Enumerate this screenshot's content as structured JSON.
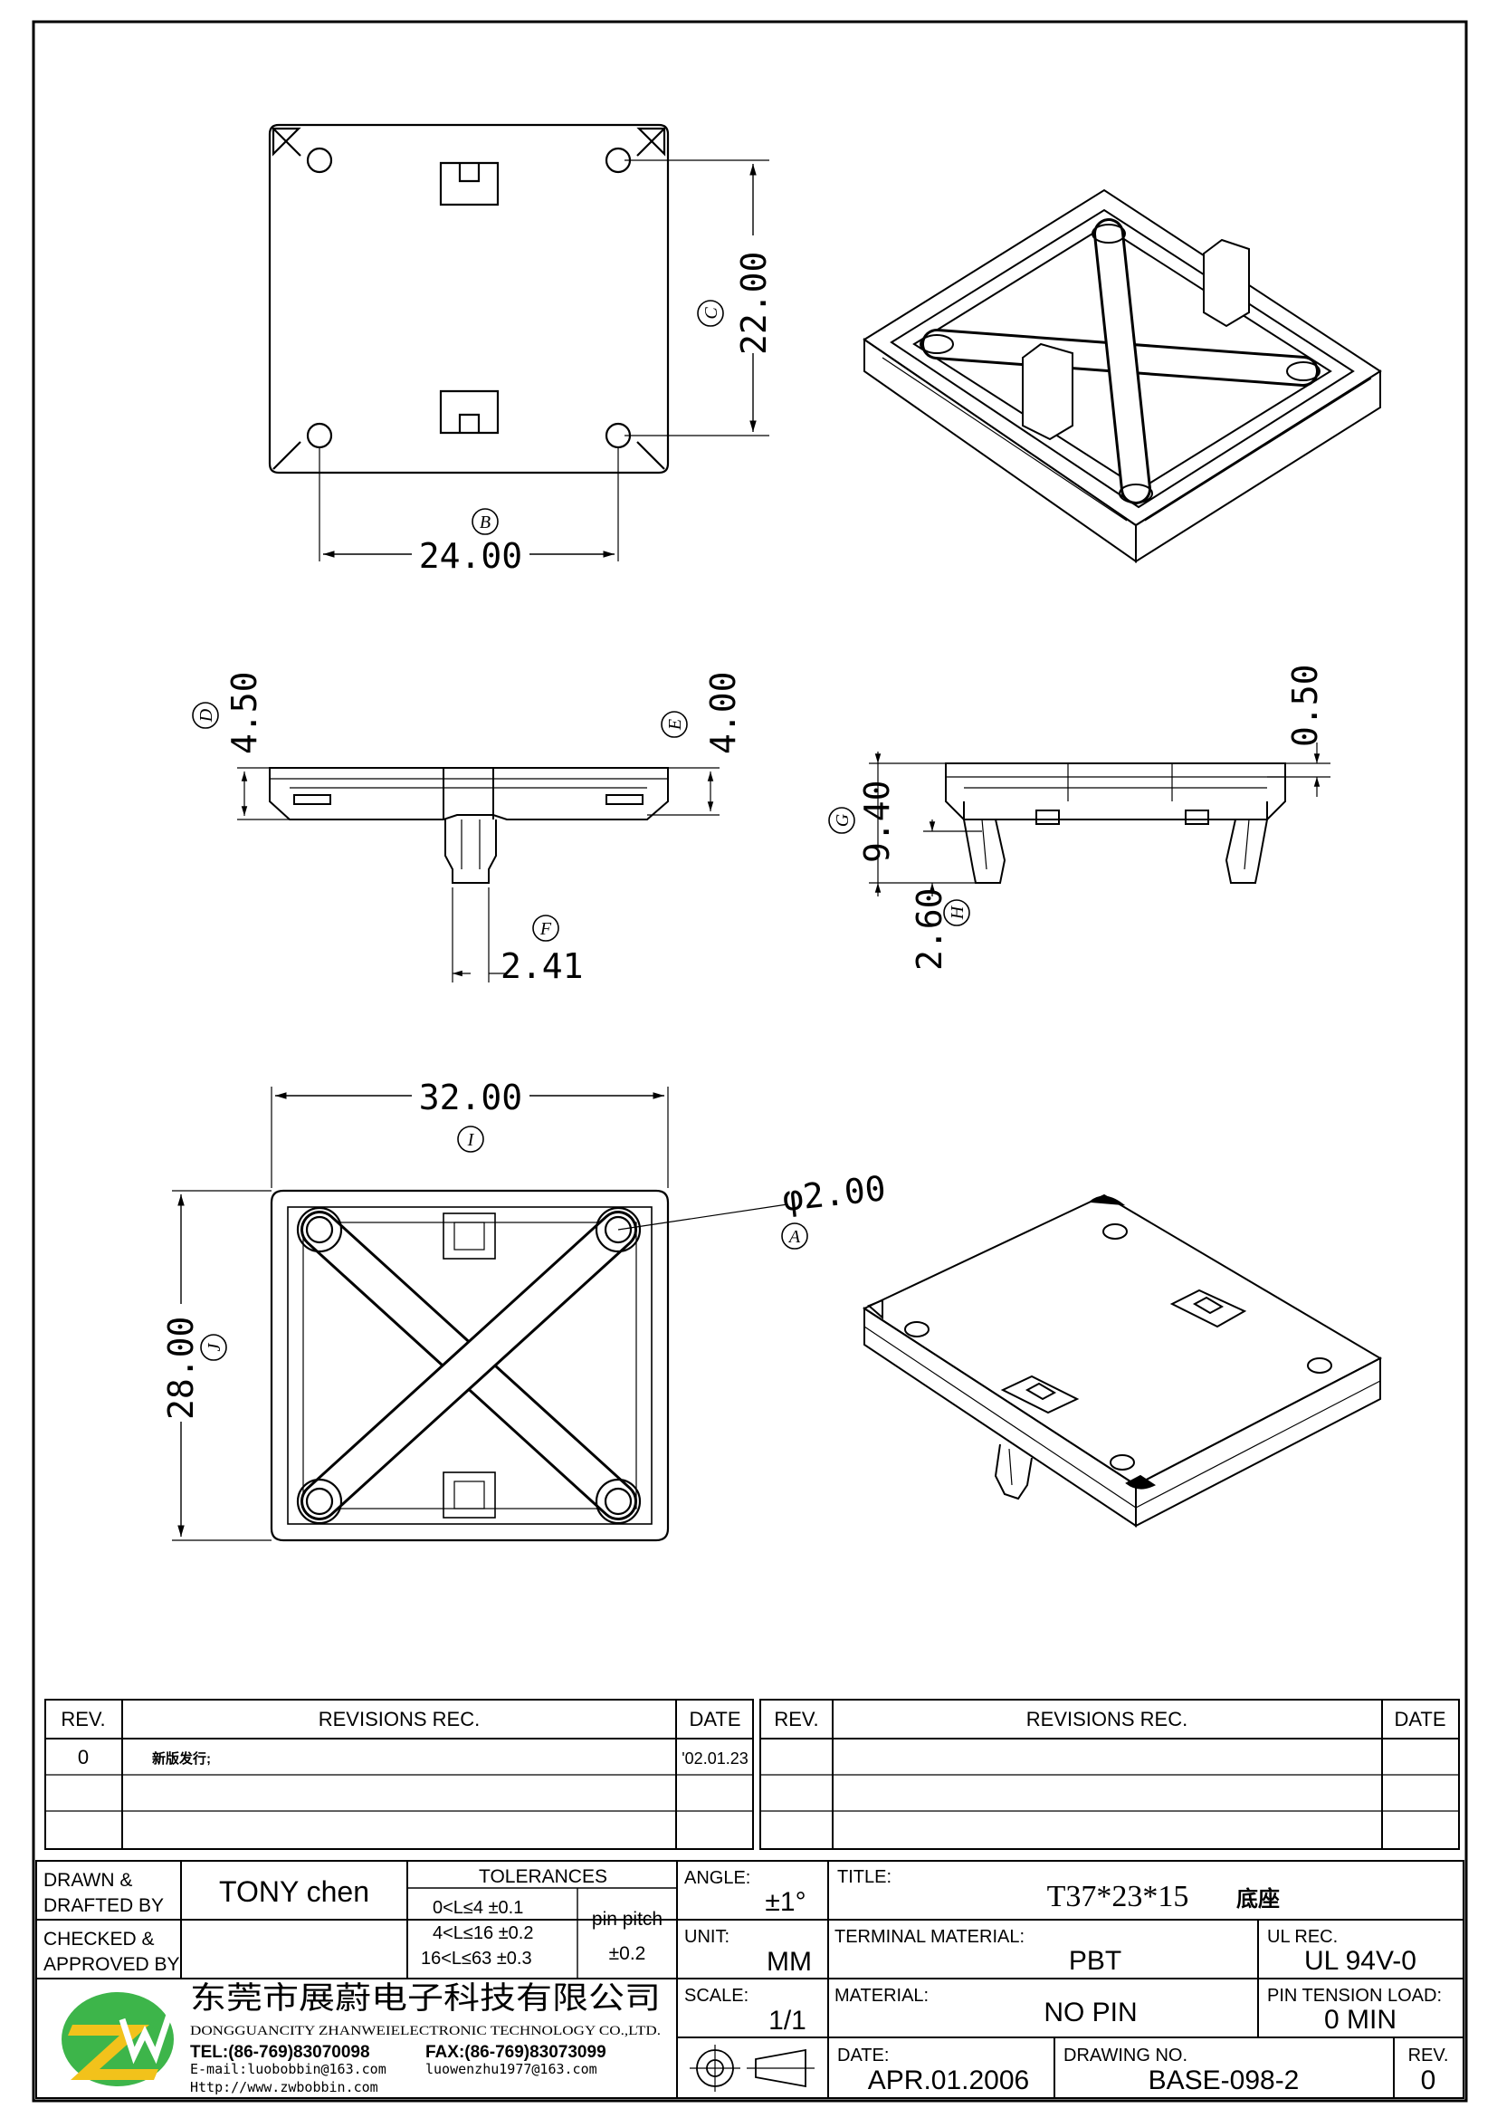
{
  "dimensions": {
    "c": {
      "letter": "C",
      "value": "22.00"
    },
    "b": {
      "letter": "B",
      "value": "24.00"
    },
    "d": {
      "letter": "D",
      "value": "4.50"
    },
    "e": {
      "letter": "E",
      "value": "4.00"
    },
    "f": {
      "letter": "F",
      "value": "2.41"
    },
    "g": {
      "letter": "G",
      "value": "9.40"
    },
    "h": {
      "letter": "H",
      "value": "2.60"
    },
    "k": {
      "value": "0.50"
    },
    "i": {
      "letter": "I",
      "value": "32.00"
    },
    "j": {
      "letter": "J",
      "value": "28.00"
    },
    "a": {
      "letter": "A",
      "value": "φ2.00"
    }
  },
  "revisions": {
    "headers": {
      "rev": "REV.",
      "rec": "REVISIONS    REC.",
      "date": "DATE"
    },
    "rows": [
      {
        "rev": "0",
        "rec": "新版发行;",
        "date": "'02.01.23"
      }
    ]
  },
  "title_block": {
    "drawn_label_1": "DRAWN  &",
    "drawn_label_2": "DRAFTED  BY",
    "drawn_value": "TONY  chen",
    "checked_label_1": "CHECKED  &",
    "checked_label_2": "APPROVED  BY",
    "tolerances_title": "TOLERANCES",
    "tol_1": "0<L≤4    ±0.1",
    "tol_2": "4<L≤16  ±0.2",
    "tol_3": "16<L≤63  ±0.3",
    "pin_pitch": "pin  pitch",
    "pin_pitch_tol": "±0.2",
    "angle_label": "ANGLE:",
    "angle_value": "±1°",
    "unit_label": "UNIT:",
    "unit_value": "MM",
    "scale_label": "SCALE:",
    "scale_value": "1/1",
    "title_label": "TITLE:",
    "title_value": "T37*23*15",
    "title_cn": "底座",
    "terminal_label": "TERMINAL  MATERIAL:",
    "terminal_value": "PBT",
    "ul_label": "UL  REC.",
    "ul_value": "UL  94V-0",
    "material_label": "MATERIAL:",
    "material_value": "NO  PIN",
    "pin_tension_label": "PIN  TENSION  LOAD:",
    "pin_tension_value": "0  MIN",
    "date_label": "DATE:",
    "date_value": "APR.01.2006",
    "drawing_no_label": "DRAWING  NO.",
    "drawing_no_value": "BASE-098-2",
    "rev_label": "REV.",
    "rev_value": "0"
  },
  "company": {
    "name_cn": "东莞市展蔚电子科技有限公司",
    "name_en": "DONGGUANCITY  ZHANWEIELECTRONIC  TECHNOLOGY  CO.,LTD.",
    "tel": "TEL:(86-769)83070098",
    "fax": "FAX:(86-769)83073099",
    "email1": "E-mail:luobobbin@163.com",
    "email2": "luowenzhu1977@163.com",
    "web": "Http://www.zwbobbin.com",
    "logo_text": "ZW",
    "logo_green": "#3db54a",
    "logo_yellow": "#f2c21b"
  }
}
